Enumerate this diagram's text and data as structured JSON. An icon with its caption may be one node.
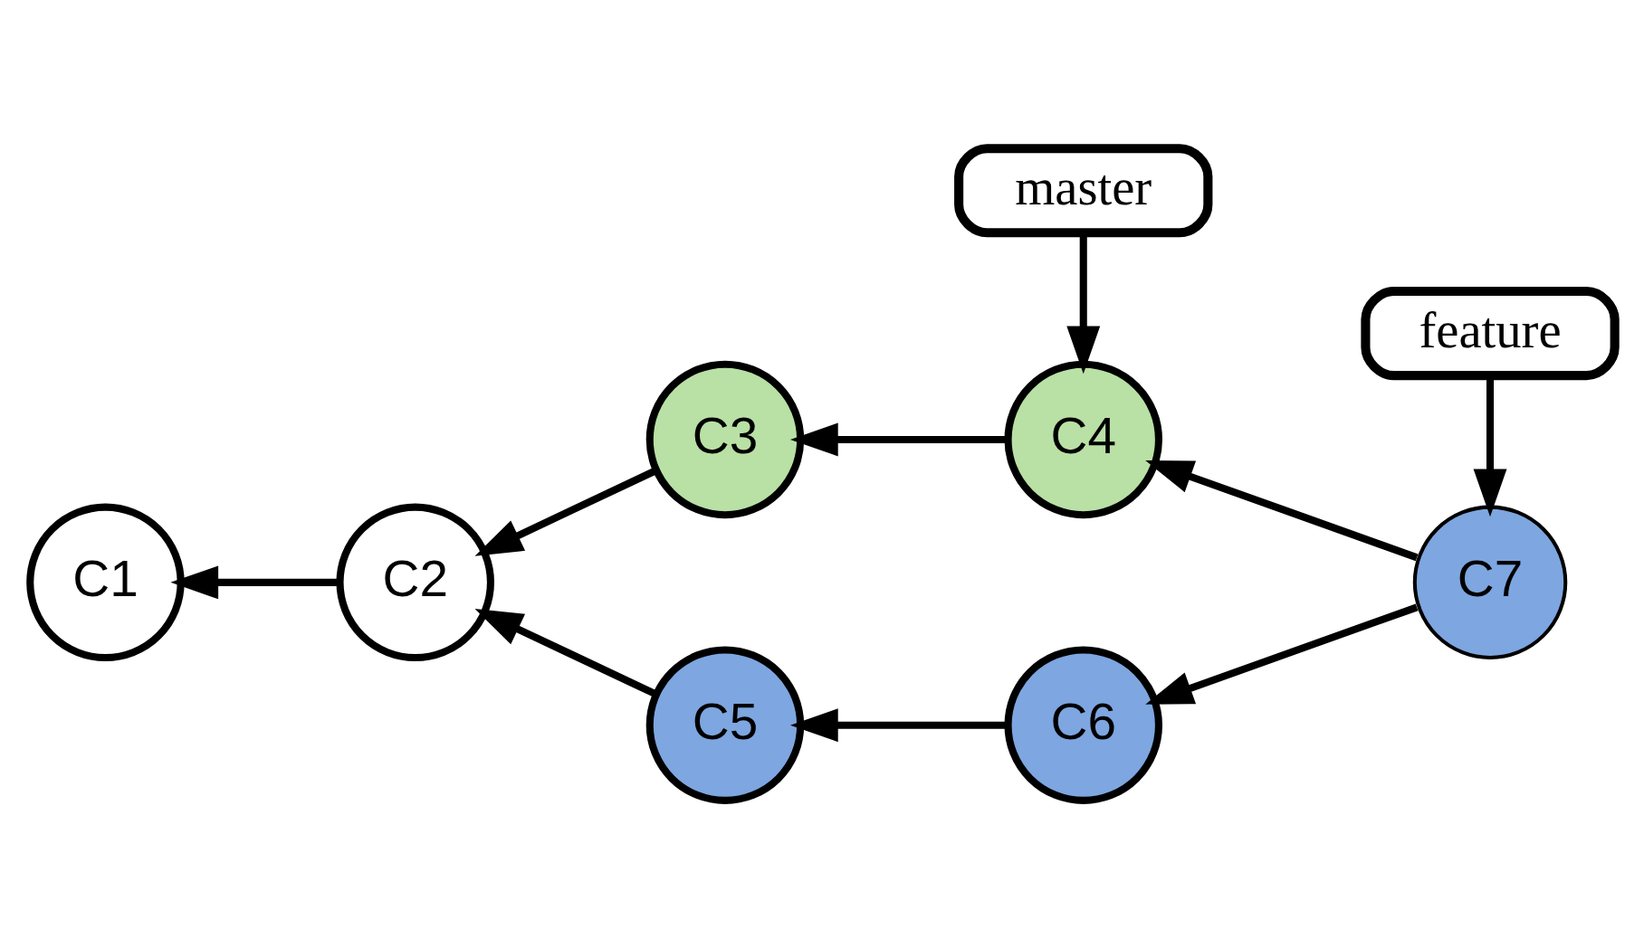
{
  "diagram": {
    "nodes": [
      {
        "text": [
          "master"
        ]
      },
      {
        "text": [
          "C1"
        ]
      },
      {
        "text": [
          "C2"
        ]
      },
      {
        "text": [
          "C3"
        ]
      },
      {
        "text": [
          "C4"
        ]
      },
      {
        "text": [
          "C5"
        ]
      },
      {
        "text": [
          "C6"
        ]
      },
      {
        "text": [
          "C7"
        ]
      },
      {
        "text": [
          "feature"
        ]
      }
    ],
    "edges": [
      {
        "from": 0,
        "to": 4,
        "arrow": "to"
      },
      {
        "from": 2,
        "to": 1,
        "arrow": "to"
      },
      {
        "from": 3,
        "to": 2,
        "arrow": "to"
      },
      {
        "from": 4,
        "to": 3,
        "arrow": "to"
      },
      {
        "from": 5,
        "to": 2,
        "arrow": "to"
      },
      {
        "from": 6,
        "to": 5,
        "arrow": "to"
      },
      {
        "from": 7,
        "to": 6,
        "arrow": "to"
      },
      {
        "from": 7,
        "to": 4,
        "arrow": "to"
      },
      {
        "from": 8,
        "to": 7,
        "arrow": "to"
      }
    ]
  }
}
